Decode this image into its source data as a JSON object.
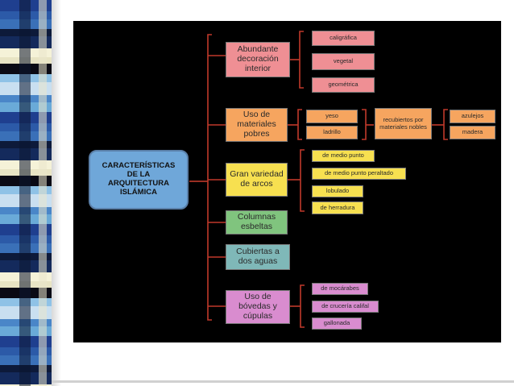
{
  "diagram": {
    "center": "CARACTERÍSTICAS DE LA ARQUITECTURA ISLÁMICA",
    "branches": [
      {
        "label": "Abundante decoración interior",
        "items": [
          "caligráfica",
          "vegetal",
          "geométrica"
        ]
      },
      {
        "label": "Uso de materiales pobres",
        "items": [
          "yeso",
          "ladrillo"
        ],
        "mid": "recubiertos por materiales nobles",
        "sub": [
          "azulejos",
          "madera"
        ]
      },
      {
        "label": "Gran variedad de arcos",
        "items": [
          "de medio punto",
          "de medio punto peraltado",
          "lobulado",
          "de herradura"
        ]
      },
      {
        "label": "Columnas esbeltas"
      },
      {
        "label": "Cubiertas a dos aguas"
      },
      {
        "label": "Uso de bóvedas y cúpulas",
        "items": [
          "de mocárabes",
          "de crucería califal",
          "gallonada"
        ]
      }
    ]
  },
  "colors": {
    "decoracion": "#ef8f94",
    "materiales": "#f6a55f",
    "arcos": "#f7e050",
    "columnas": "#80c47e",
    "cubiertas": "#7fb8b8",
    "bovedas": "#d98ccf",
    "center": "#6fa7d9",
    "bracket": "#c0392b"
  }
}
